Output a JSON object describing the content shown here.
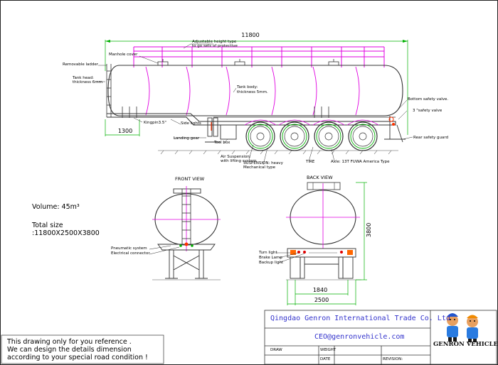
{
  "side_view": {
    "total_length": "11800",
    "kingpin_offset": "1300",
    "labels": {
      "adjustable": "Adjustable height type",
      "protective": "to go sets of protective",
      "manhole": "Manhole cover",
      "ladder": "Removable ladder",
      "tank_head_1": "Tank head:",
      "tank_head_2": "thickness 6mm",
      "tank_body_1": "Tank body:",
      "tank_body_2": "thickness 5mm.",
      "bottom_valve": "Bottom safety valve.",
      "safety_valve": "3 \"safety valve",
      "rear_guard": "Rear safety guard",
      "kingpin": "Kingpin3.5\"",
      "side_lights": "Side lights",
      "landing_gear": "Landing gear",
      "tool_box": "Tool box",
      "air_susp_1": "Air Suspension:",
      "air_susp_2": "with lifting system",
      "susp_1": "SUSPENSION: heavy",
      "susp_2": "Mechanical type",
      "tire": "TIRE",
      "axle": "Axle: 13T FUWA America Type"
    }
  },
  "front_view": {
    "title": "FRONT VIEW",
    "pneumatic": "Pneumatic system",
    "electrical": "Electrical connector"
  },
  "back_view": {
    "title": "BACK VIEW",
    "height": "3800",
    "track": "1840",
    "width": "2500",
    "turn_light": "Turn light",
    "brake_lamp": "Brake Lamp",
    "backup_light": "Backup light"
  },
  "specs": {
    "volume": "Volume:  45m³",
    "total_size_label": "Total size",
    "total_size": ":11800X2500X3800"
  },
  "disclaimer": [
    "This drawing only for you reference .",
    "We can design the details dimension",
    "according to your special road condition !"
  ],
  "title_block": {
    "company": "Qingdao Genron International Trade Co. Ltd",
    "email": "CEO@genronvehicle.com",
    "draw": "DRAW",
    "weight": "WEIGHT",
    "date": "DATE",
    "revision": "REVISION:",
    "logo_text": "GENRON VEHICLE"
  },
  "colors": {
    "magenta": "#e000e0",
    "green": "#00b000",
    "orange": "#ff6600",
    "blue_text": "#3333cc"
  }
}
